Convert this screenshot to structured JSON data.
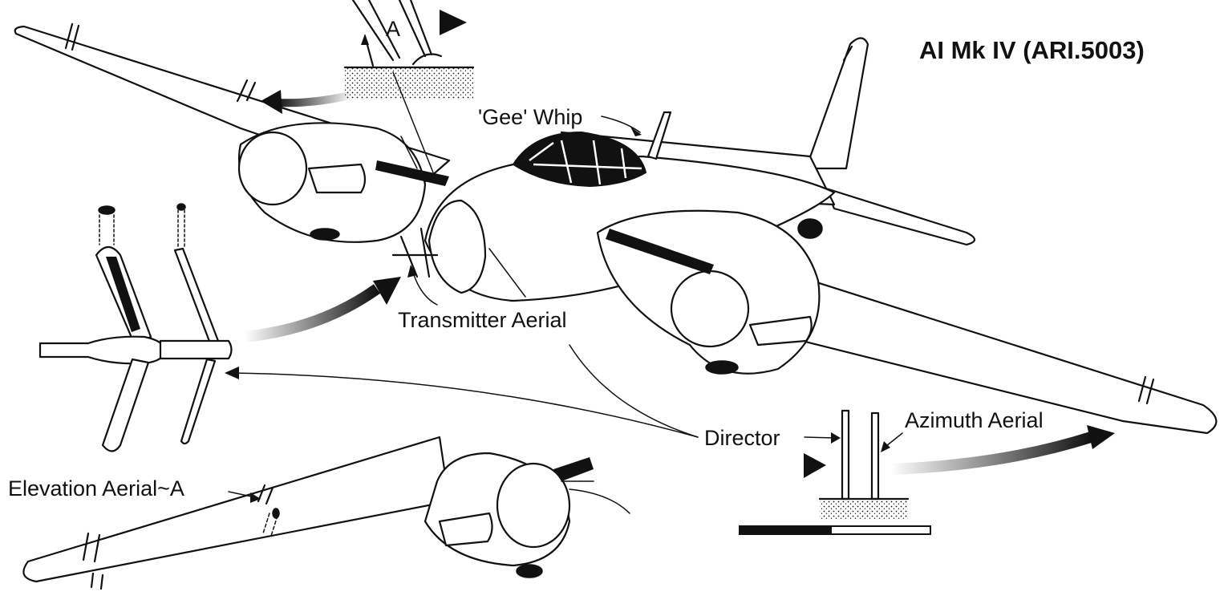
{
  "title": "AI Mk IV (ARI.5003)",
  "labels": {
    "gee_whip": "'Gee' Whip",
    "transmitter_aerial": "Transmitter Aerial",
    "director": "Director",
    "azimuth_aerial": "Azimuth Aerial",
    "elevation_aerial": "Elevation Aerial~A",
    "inset_a": "A"
  },
  "colors": {
    "ink": "#111111",
    "paper": "#ffffff"
  }
}
